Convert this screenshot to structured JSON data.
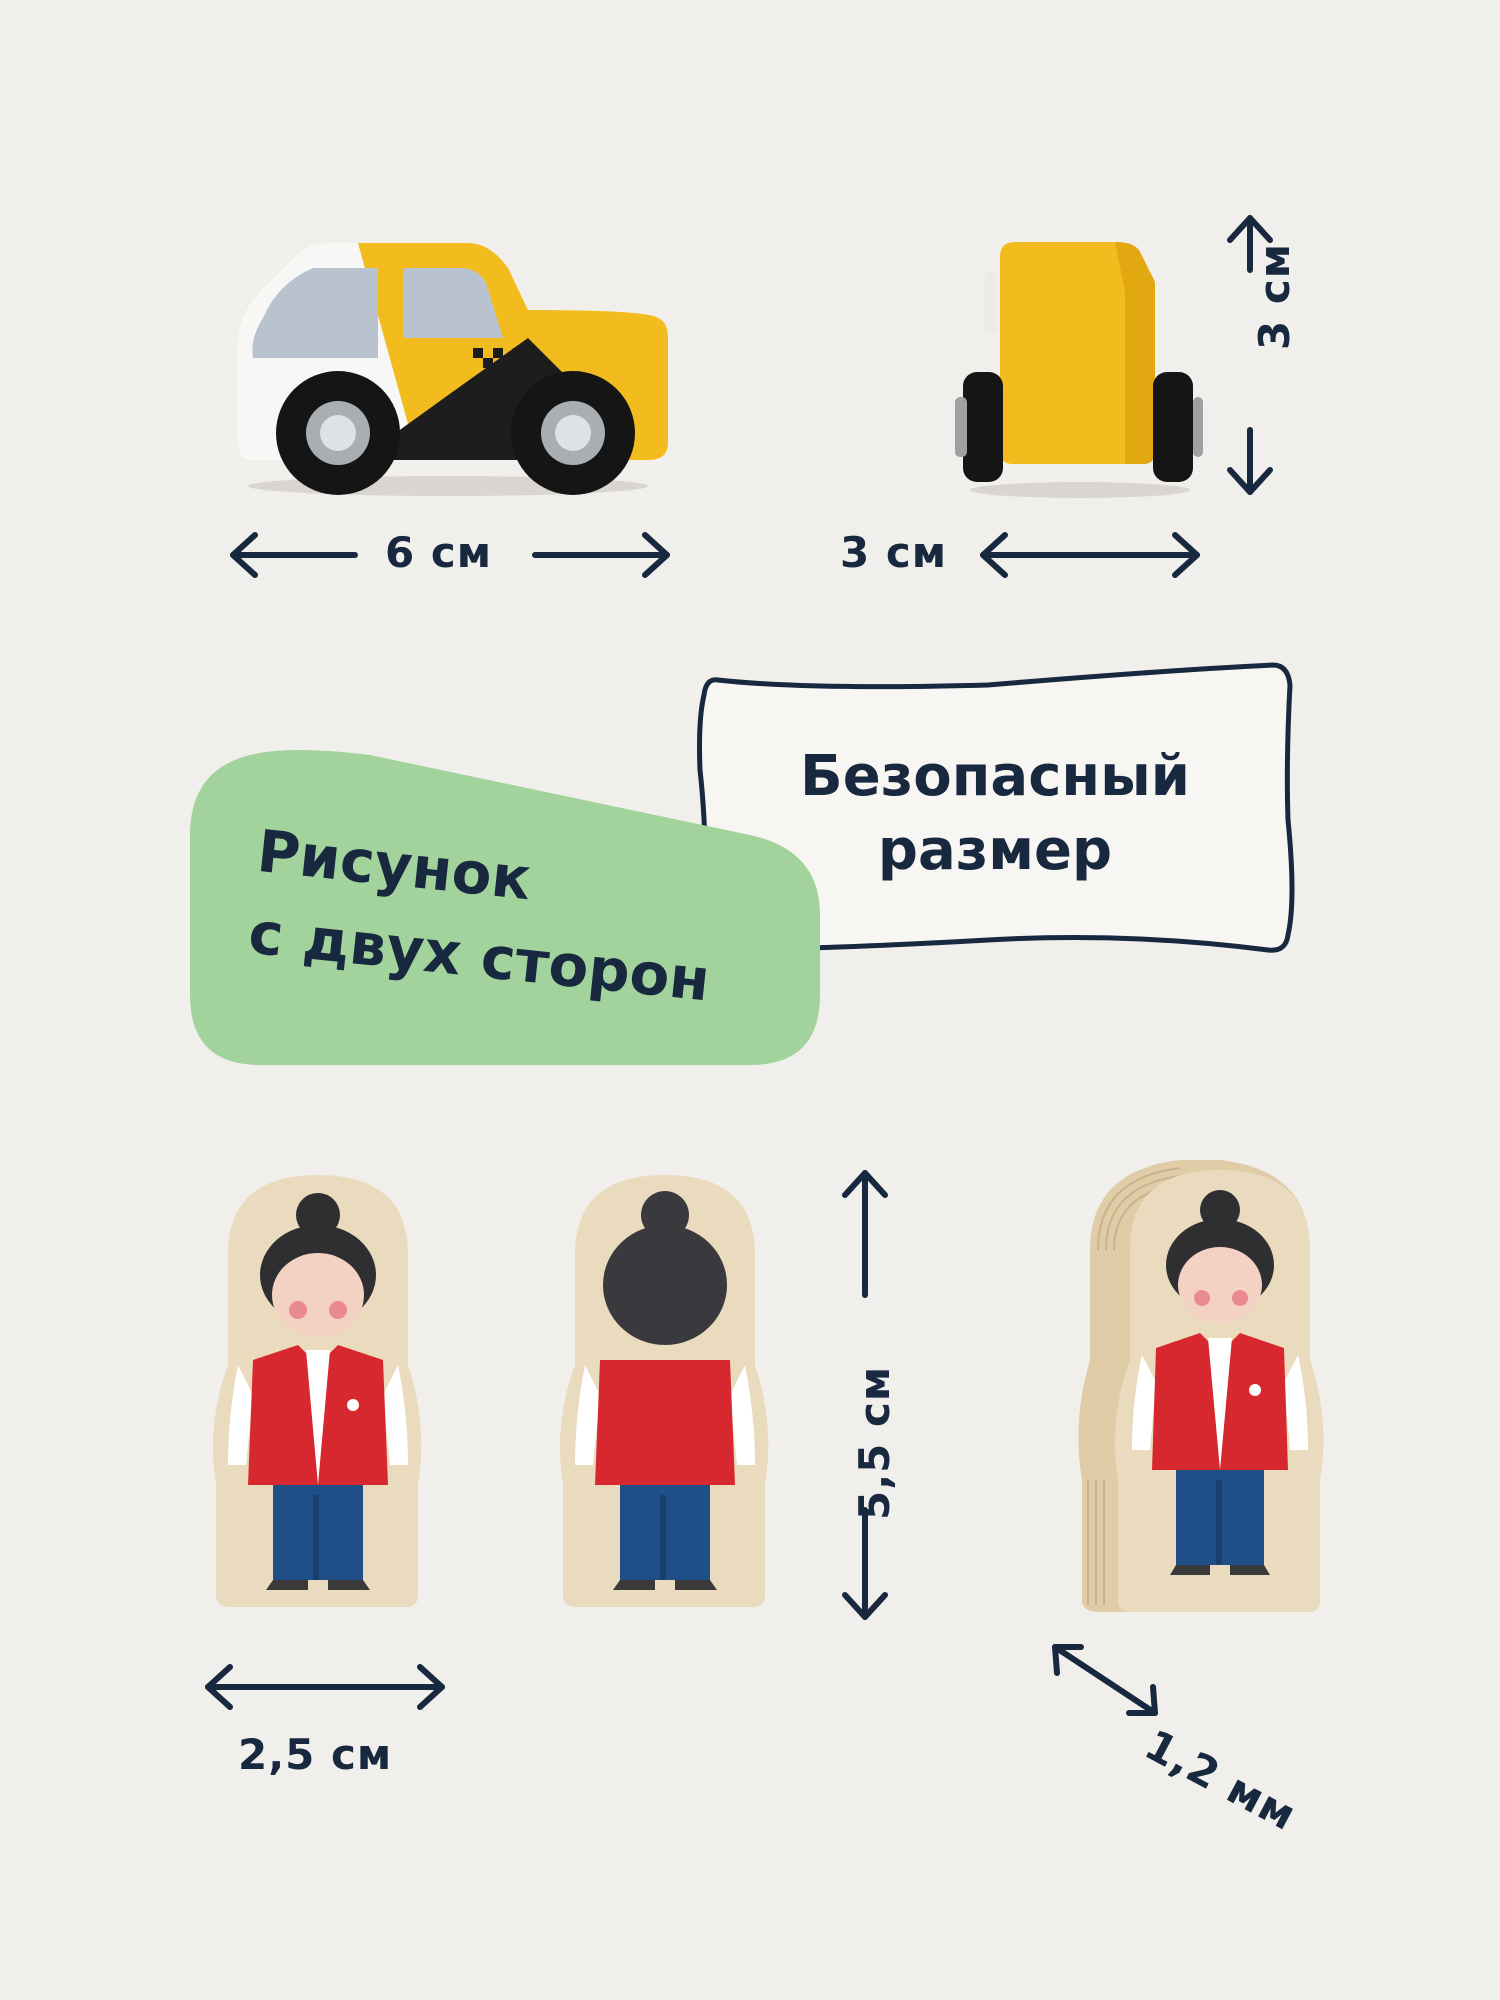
{
  "dimensions": {
    "car_length": "6 см",
    "car_width": "3 см",
    "car_height": "3 см",
    "figure_height": "5,5 см",
    "figure_width": "2,5 см",
    "figure_thickness": "1,2 мм"
  },
  "badges": {
    "safe_size": "Безопасный\nразмер",
    "two_sided_print": "Рисунок\nс двух сторон"
  },
  "colors": {
    "background": "#f1efec",
    "text": "#17283f",
    "green_badge": "#a3d39c",
    "taxi_yellow": "#f2bb1e",
    "wood": "#eadbbf",
    "vest_red": "#d8282f",
    "pants_blue": "#1f4f86"
  },
  "icons": [
    "double-arrow-icon"
  ]
}
